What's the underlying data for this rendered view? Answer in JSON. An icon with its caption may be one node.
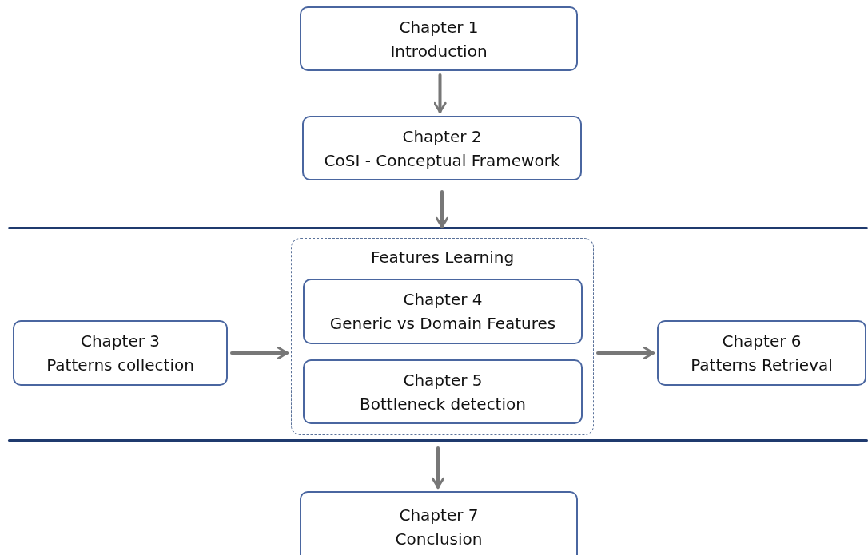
{
  "diagram": {
    "nodes": [
      {
        "text": [
          "Chapter 1",
          "Introduction"
        ]
      },
      {
        "text": [
          "Chapter 2",
          "CoSI - Conceptual Framework"
        ]
      },
      {
        "text": [
          "Chapter 3",
          "Patterns collection"
        ]
      },
      {
        "text": [
          "Features Learning"
        ]
      },
      {
        "text": [
          "Chapter 4",
          "Generic vs Domain Features"
        ],
        "in": 3
      },
      {
        "text": [
          "Chapter 5",
          "Bottleneck detection"
        ],
        "in": 3
      },
      {
        "text": [
          "Chapter 6",
          "Patterns Retrieval"
        ]
      },
      {
        "text": [
          "Chapter 7",
          "Conclusion"
        ]
      }
    ],
    "edges": [
      {
        "from": 0,
        "to": 1,
        "arrow": "to"
      },
      {
        "from": 1,
        "to": 3,
        "arrow": "to"
      },
      {
        "from": 2,
        "to": 3,
        "arrow": "to"
      },
      {
        "from": 3,
        "to": 6,
        "arrow": "to"
      },
      {
        "from": null,
        "to": 7,
        "arrow": "to"
      }
    ]
  }
}
